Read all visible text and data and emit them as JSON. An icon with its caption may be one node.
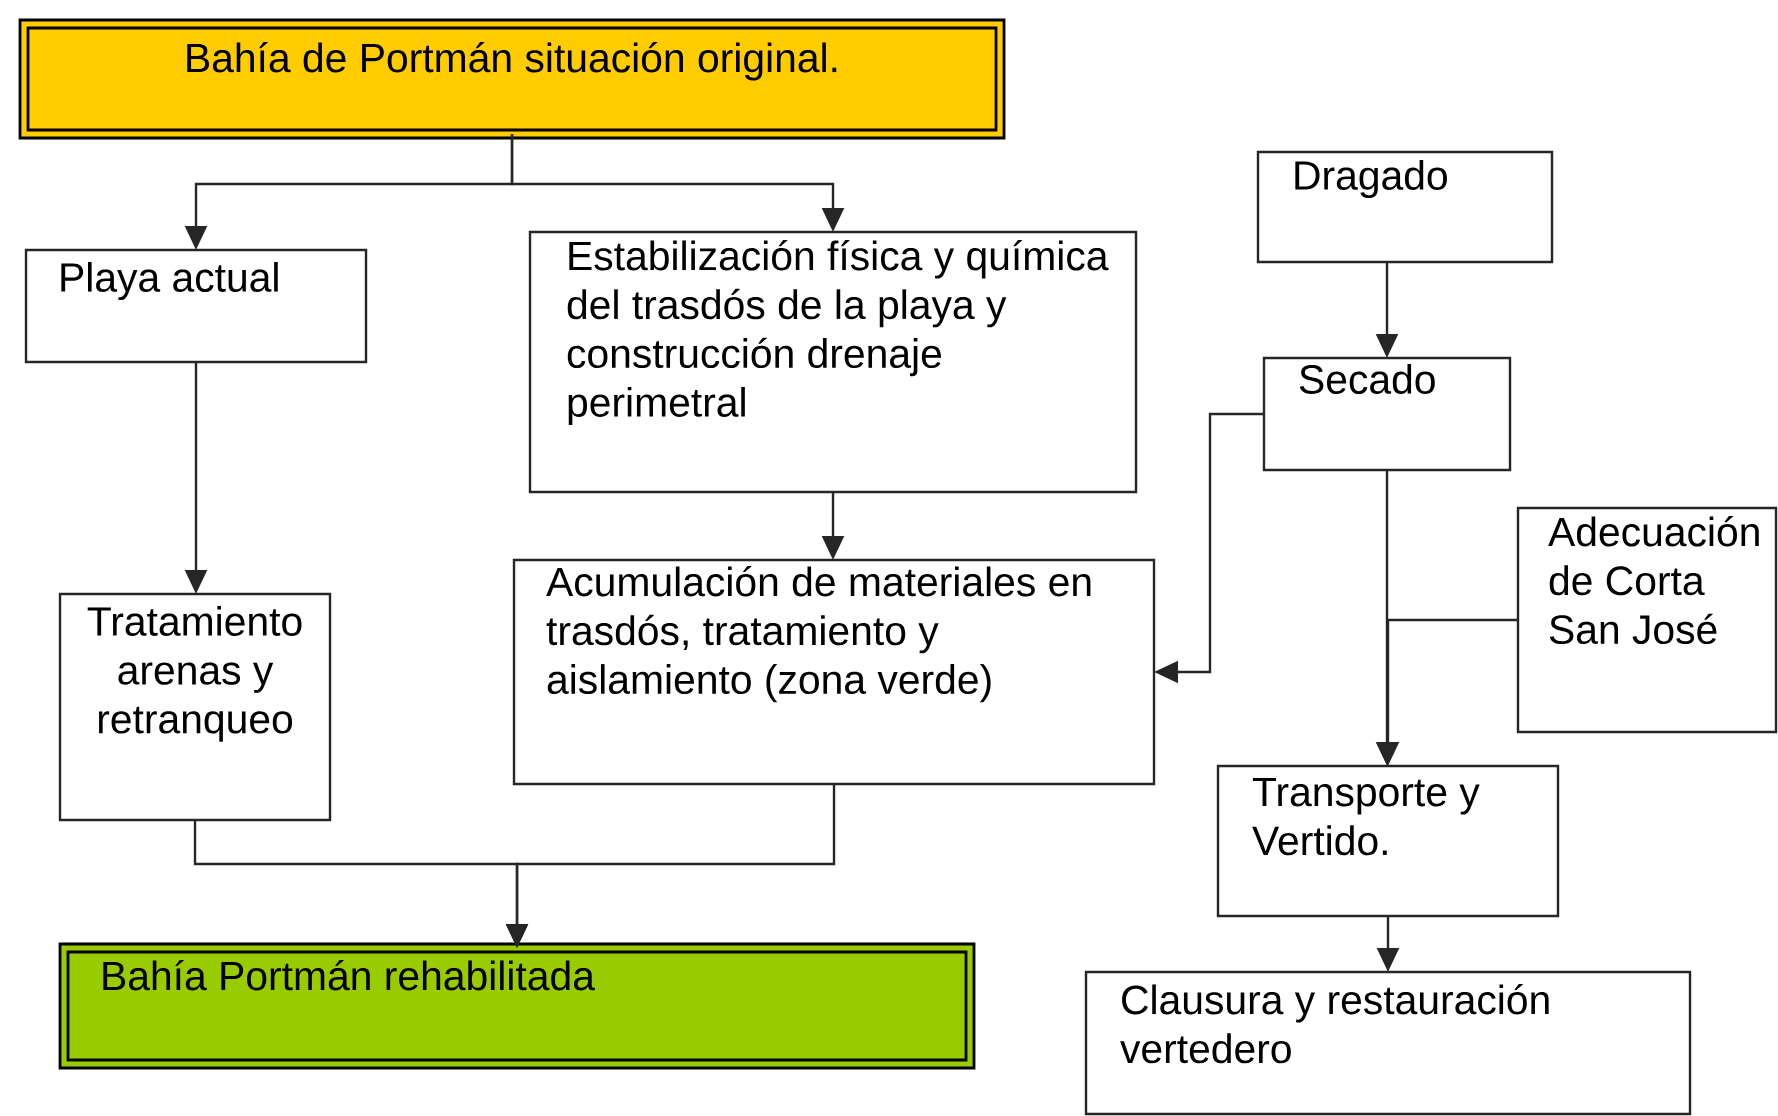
{
  "diagram": {
    "nodes": [
      {
        "text": [
          "Bahía de Portmán situación original."
        ]
      },
      {
        "text": [
          "Playa actual"
        ]
      },
      {
        "text": [
          "Estabilización física y química del trasdós de la playa y construcción drenaje perimetral"
        ]
      },
      {
        "text": [
          "Tratamiento arenas y retranqueo"
        ]
      },
      {
        "text": [
          "Acumulación de materiales en trasdós, tratamiento y aislamiento (zona verde)"
        ]
      },
      {
        "text": [
          "Bahía Portmán rehabilitada"
        ]
      },
      {
        "text": [
          "Dragado"
        ]
      },
      {
        "text": [
          "Secado"
        ]
      },
      {
        "text": [
          "Adecuación de Corta San José"
        ]
      },
      {
        "text": [
          "Transporte y Vertido."
        ]
      },
      {
        "text": [
          "Clausura y restauración vertedero"
        ]
      }
    ],
    "edges": [
      {
        "from": 0,
        "to": 1,
        "arrow": "to"
      },
      {
        "from": 0,
        "to": 2,
        "arrow": "to"
      },
      {
        "from": 1,
        "to": 3,
        "arrow": "to"
      },
      {
        "from": 2,
        "to": 4,
        "arrow": "to"
      },
      {
        "from": 3,
        "to": 5,
        "arrow": "to"
      },
      {
        "from": 4,
        "to": 5,
        "arrow": "to"
      },
      {
        "from": 6,
        "to": 7,
        "arrow": "to"
      },
      {
        "from": 7,
        "to": 4,
        "arrow": "to"
      },
      {
        "from": 7,
        "to": 9,
        "arrow": "to"
      },
      {
        "from": 8,
        "to": 9,
        "arrow": "to"
      },
      {
        "from": 9,
        "to": 10,
        "arrow": "to"
      }
    ]
  }
}
